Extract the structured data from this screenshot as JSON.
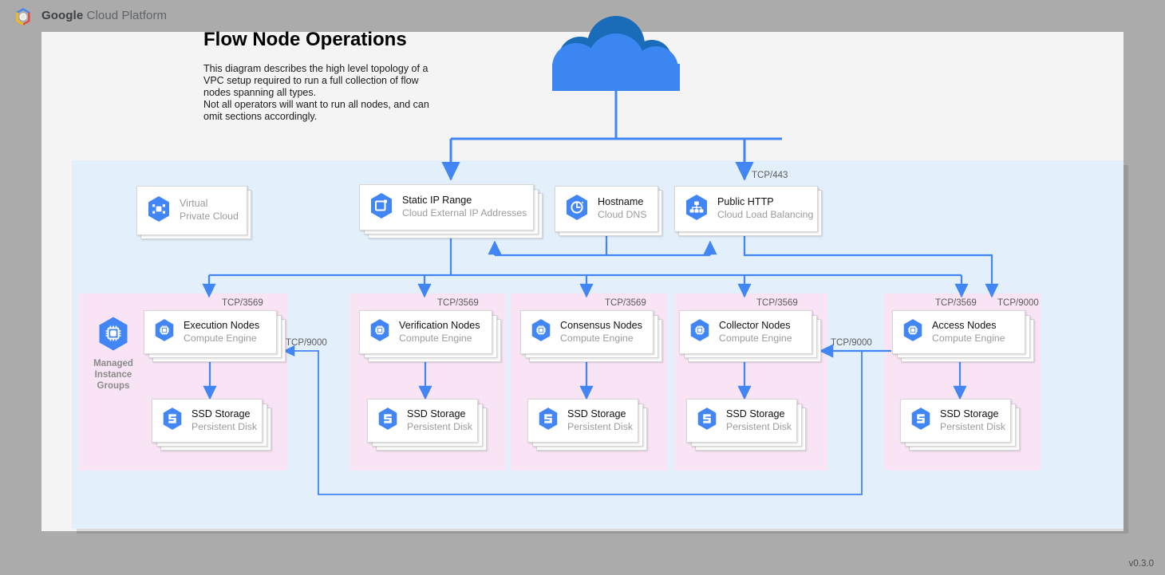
{
  "header": {
    "logo_icon": "google-cloud-hexagon-logo",
    "brand_bold": "Google",
    "brand_rest": " Cloud Platform"
  },
  "diagram": {
    "title": "Flow Node Operations",
    "description": "This diagram describes the high level topology of a VPC setup required to run a full collection of flow nodes spanning all types.\nNot all operators will want to run all nodes, and can omit sections accordingly.",
    "version": "v0.3.0",
    "internet_icon": "internet-cloud-icon"
  },
  "colors": {
    "page_background": "#ababab",
    "panel_background": "#f4f4f4",
    "vpc_fill": "#e3f0fc",
    "mig_fill": "#f8e4f4",
    "connector_blue": "#4285f4",
    "gcp_icon_blue": "#4285f4",
    "cloud_dark": "#1a73c7",
    "cloud_light": "#3b86f0",
    "muted_text": "#9b9b9b"
  },
  "top_nodes": [
    {
      "title": "Virtual",
      "subtitle": "Private Cloud",
      "icon": "virtual-private-cloud-icon",
      "muted": true
    },
    {
      "title": "Static IP Range",
      "subtitle": "Cloud External IP Addresses",
      "icon": "cloud-external-ip-icon",
      "muted": false
    },
    {
      "title": "Hostname",
      "subtitle": "Cloud DNS",
      "icon": "cloud-dns-icon",
      "muted": false
    },
    {
      "title": "Public HTTP",
      "subtitle": "Cloud Load Balancing",
      "icon": "cloud-load-balancing-icon",
      "muted": false
    }
  ],
  "mig_label": "Managed\nInstance\nGroups",
  "mig_icon": "managed-instance-group-icon",
  "node_groups": [
    {
      "node_title": "Execution Nodes",
      "node_subtitle": "Compute Engine",
      "node_icon": "compute-engine-icon",
      "disk_title": "SSD Storage",
      "disk_subtitle": "Persistent Disk",
      "disk_icon": "persistent-disk-icon",
      "ingress_port": "TCP/3569"
    },
    {
      "node_title": "Verification Nodes",
      "node_subtitle": "Compute Engine",
      "node_icon": "compute-engine-icon",
      "disk_title": "SSD Storage",
      "disk_subtitle": "Persistent Disk",
      "disk_icon": "persistent-disk-icon",
      "ingress_port": "TCP/3569"
    },
    {
      "node_title": "Consensus Nodes",
      "node_subtitle": "Compute Engine",
      "node_icon": "compute-engine-icon",
      "disk_title": "SSD Storage",
      "disk_subtitle": "Persistent Disk",
      "disk_icon": "persistent-disk-icon",
      "ingress_port": "TCP/3569"
    },
    {
      "node_title": "Collector Nodes",
      "node_subtitle": "Compute Engine",
      "node_icon": "compute-engine-icon",
      "disk_title": "SSD Storage",
      "disk_subtitle": "Persistent Disk",
      "disk_icon": "persistent-disk-icon",
      "ingress_port": "TCP/3569"
    },
    {
      "node_title": "Access Nodes",
      "node_subtitle": "Compute Engine",
      "node_icon": "compute-engine-icon",
      "disk_title": "SSD Storage",
      "disk_subtitle": "Persistent Disk",
      "disk_icon": "persistent-disk-icon",
      "ingress_port": "TCP/3569"
    }
  ],
  "connection_labels": {
    "internet_to_lb": "TCP/443",
    "access_to_node_right": "TCP/9000",
    "access_to_collector": "TCP/9000",
    "access_to_execution": "TCP/9000"
  }
}
